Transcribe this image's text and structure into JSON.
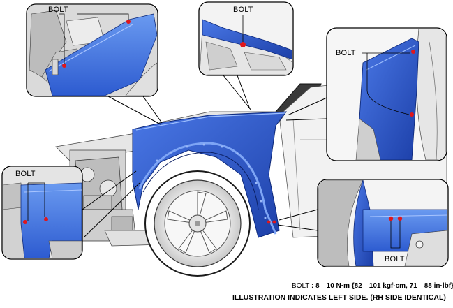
{
  "labels": {
    "bolt_top_left": "BOLT",
    "bolt_top_center": "BOLT",
    "bolt_right": "BOLT",
    "bolt_bottom_left": "BOLT",
    "bolt_bottom_right": "BOLT"
  },
  "torque": {
    "label": "BOLT",
    "value": ": 8—10 N·m {82—101 kgf·cm, 71—88 in·lbf}"
  },
  "note": "ILLUSTRATION INDICATES LEFT SIDE. (RH SIDE IDENTICAL)",
  "colors": {
    "fender_blue": "#2a55c9",
    "bolt_red": "#e0161b"
  }
}
